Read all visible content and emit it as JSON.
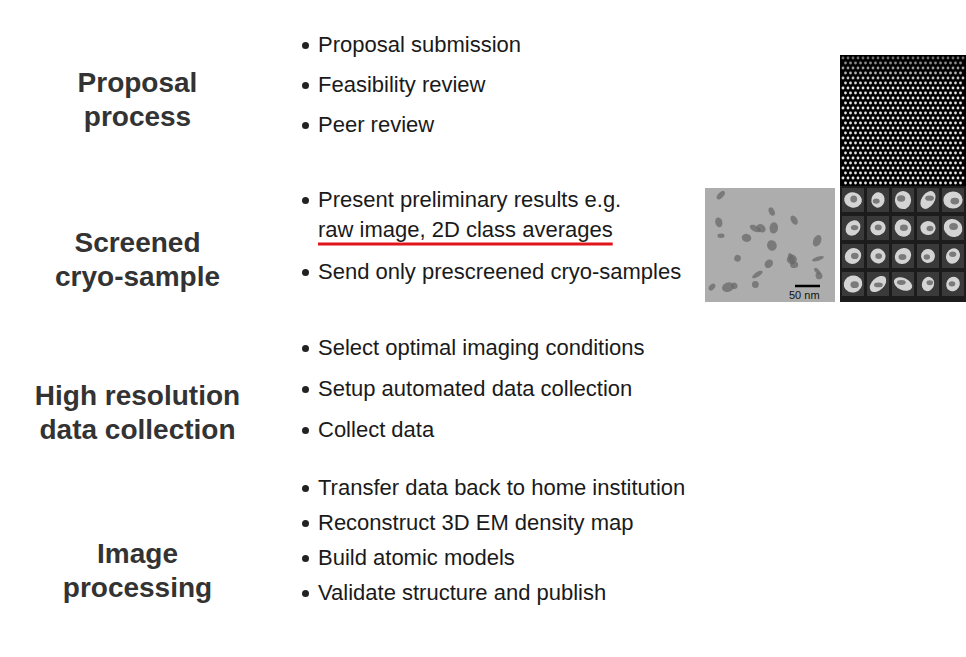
{
  "diagram": {
    "nodes": [
      {
        "text": [
          "Proposal process",
          "Proposal submission",
          "Feasibility review",
          "Peer review"
        ]
      },
      {
        "text": [
          "Screened cryo-sample",
          "Present preliminary results e.g. raw image, 2D class averages",
          "Send only prescreened cryo-samples"
        ]
      },
      {
        "text": [
          "High resolution data collection",
          "Select optimal imaging conditions",
          "Setup automated data collection",
          "Collect data"
        ]
      },
      {
        "text": [
          "Image processing",
          "Transfer data back to home institution",
          "Reconstruct 3D EM density map",
          "Build atomic models",
          "Validate structure and publish"
        ]
      }
    ],
    "labels": [
      "50 nm"
    ]
  }
}
